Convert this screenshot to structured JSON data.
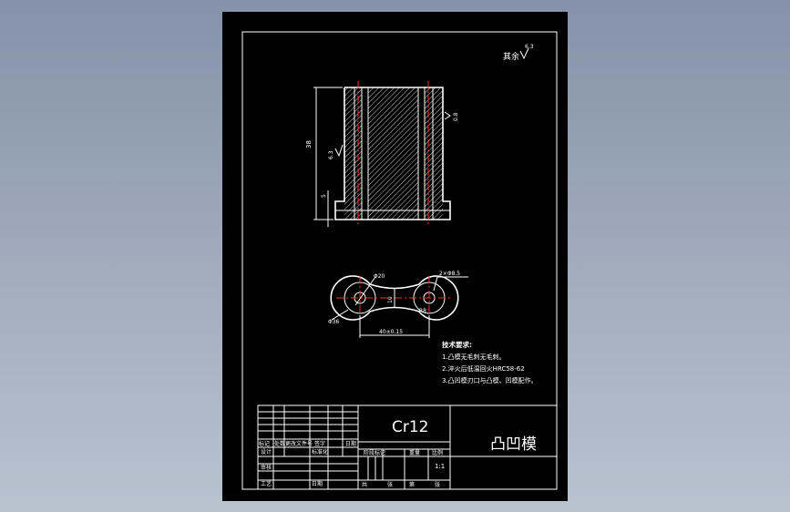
{
  "drawing": {
    "surface_note": "其余",
    "surface_note_value": "6.3",
    "front_view": {
      "dim_height": "38",
      "dim_bottom": "5",
      "roughness_left": "6.3",
      "roughness_right": "0.8"
    },
    "top_view": {
      "dim_phi_small": "Φ20",
      "dim_holes": "2×Φ8.5",
      "dim_center": "40±0.15",
      "dim_r": "R8",
      "dim_phi_large": "Φ36",
      "dim_width": "10"
    },
    "tech_req": {
      "title": "技术要求:",
      "items": [
        "1.凸模无毛刺无毛刺。",
        "2.淬火后低温回火HRC58-62",
        "3.凸凹模刃口与凸模、凹模配作。"
      ]
    },
    "title_block": {
      "material": "Cr12",
      "part_name": "凸凹模",
      "header_cells": [
        "标记",
        "处数",
        "更改文件号",
        "签字",
        "日期"
      ],
      "row_design": [
        "设计",
        "标准化"
      ],
      "row_stage": [
        "阶段标记",
        "重量",
        "比例"
      ],
      "scale": "1:1",
      "row_check": "审核",
      "row_process": [
        "工艺",
        "日期"
      ],
      "row_sheets": [
        "共",
        "张",
        "第",
        "张"
      ]
    },
    "colors": {
      "background": "#000000",
      "lines": "#ffffff",
      "center_lines": "#ff2a2a",
      "desktop": "#8f9bb0"
    }
  }
}
